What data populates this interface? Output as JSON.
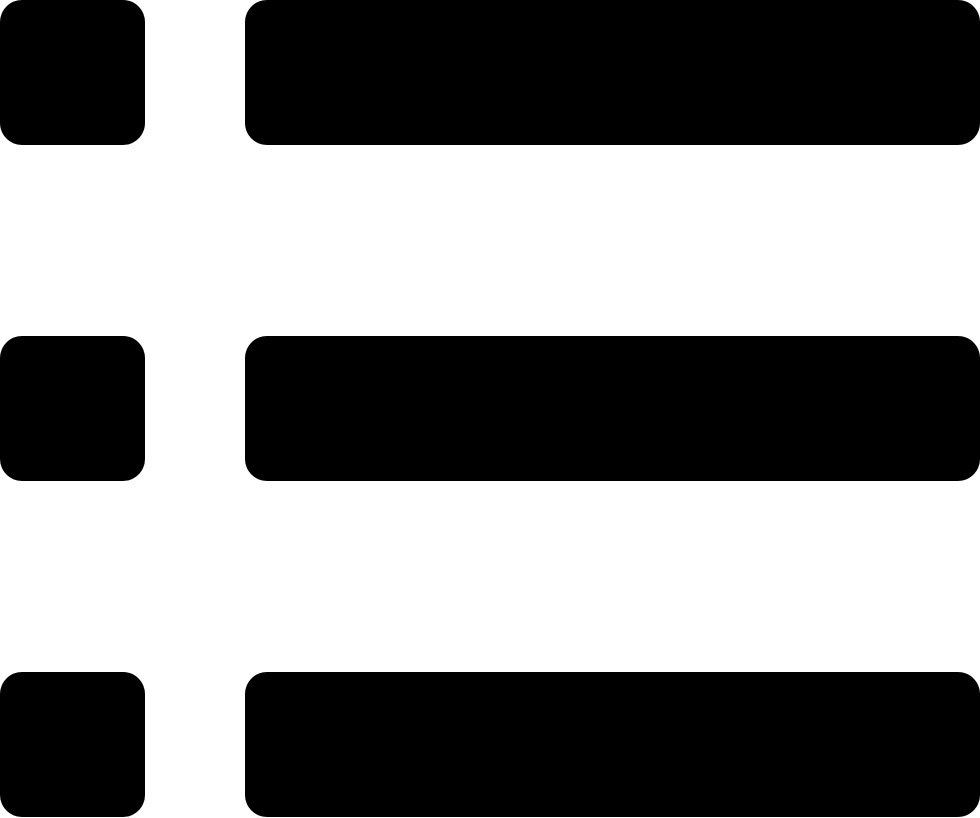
{
  "icon": "list-icon",
  "color": "#000000",
  "rows": [
    {
      "bullet": "square-bullet",
      "line": "bar"
    },
    {
      "bullet": "square-bullet",
      "line": "bar"
    },
    {
      "bullet": "square-bullet",
      "line": "bar"
    }
  ]
}
